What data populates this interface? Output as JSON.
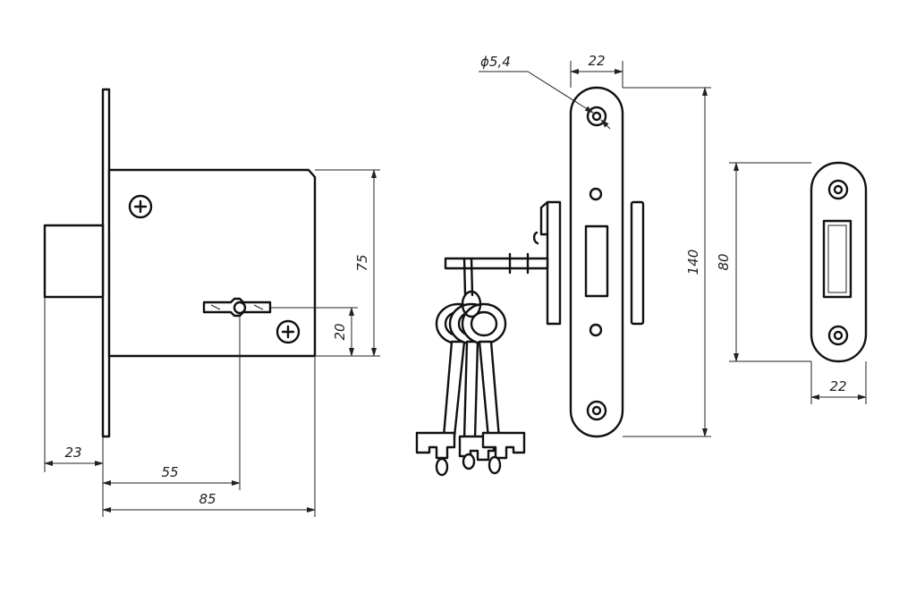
{
  "drawing": {
    "views": {
      "lock_body": {
        "dimensions": {
          "backset": "23",
          "keyhole_distance": "55",
          "body_width": "85",
          "body_height": "75",
          "keyhole_height": "20"
        }
      },
      "front_plate": {
        "dimensions": {
          "hole_diameter": "ϕ5,4",
          "plate_width": "22",
          "plate_height": "140"
        }
      },
      "strike_plate": {
        "dimensions": {
          "strike_height": "80",
          "strike_width": "22"
        }
      },
      "keys": {
        "count": 3
      }
    }
  }
}
